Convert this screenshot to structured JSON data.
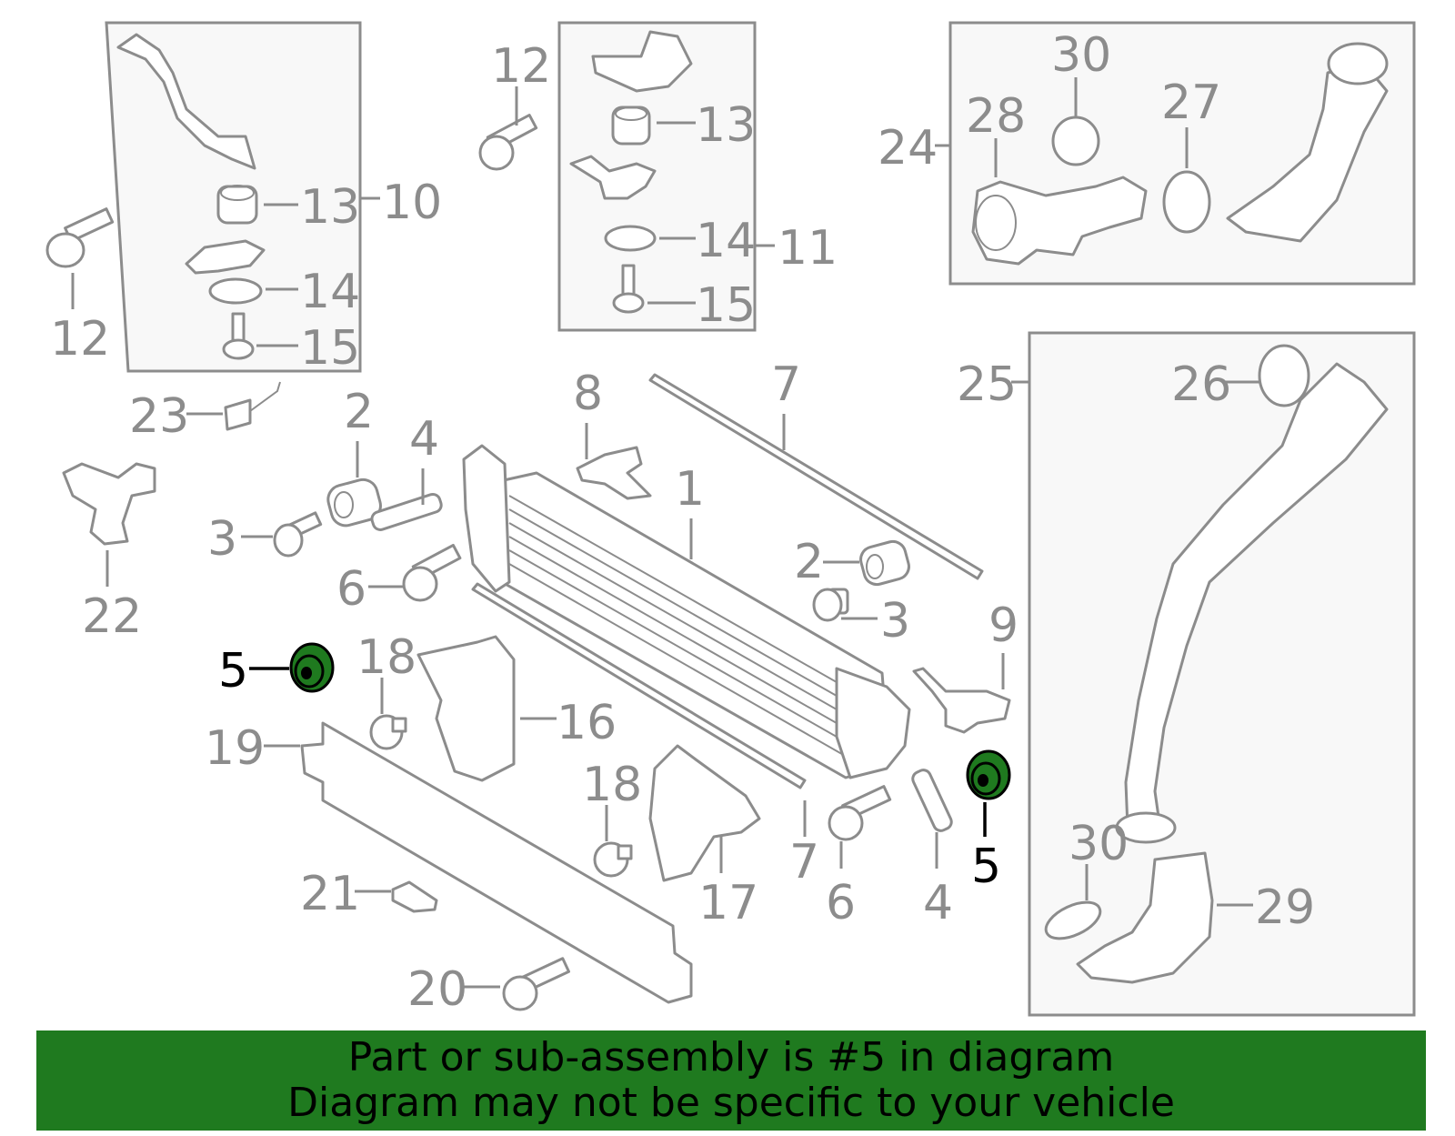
{
  "callouts": {
    "c1": "1",
    "c2a": "2",
    "c2b": "2",
    "c3a": "3",
    "c3b": "3",
    "c4a": "4",
    "c4b": "4",
    "c5a": "5",
    "c5b": "5",
    "c6a": "6",
    "c6b": "6",
    "c7a": "7",
    "c7b": "7",
    "c8": "8",
    "c9": "9",
    "c10": "10",
    "c11": "11",
    "c12a": "12",
    "c12b": "12",
    "c13a": "13",
    "c13b": "13",
    "c14a": "14",
    "c14b": "14",
    "c15a": "15",
    "c15b": "15",
    "c16": "16",
    "c17": "17",
    "c18a": "18",
    "c18b": "18",
    "c19": "19",
    "c20": "20",
    "c21": "21",
    "c22": "22",
    "c23": "23",
    "c24": "24",
    "c25": "25",
    "c26": "26",
    "c27": "27",
    "c28": "28",
    "c29": "29",
    "c30a": "30",
    "c30b": "30"
  },
  "colors": {
    "highlight": "#1f7a1f",
    "line": "#8c8c8c"
  },
  "banner": {
    "line1": "Part or sub-assembly is #5 in diagram",
    "line2": "Diagram may not be specific to your vehicle"
  }
}
